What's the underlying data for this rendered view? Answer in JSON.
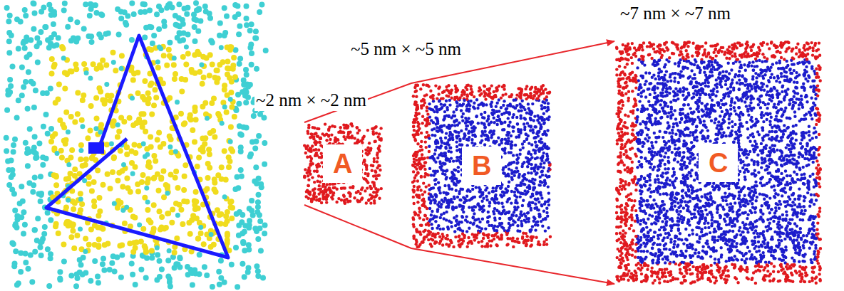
{
  "diagram": {
    "nodes": [
      {
        "text": [
          "A"
        ]
      },
      {
        "text": [
          "B"
        ]
      },
      {
        "text": [
          "C"
        ]
      }
    ],
    "edges": [
      {
        "from": 0,
        "to": 2,
        "arrow": "to"
      },
      {
        "from": 0,
        "to": 2,
        "arrow": "to"
      }
    ],
    "labels": [
      "~2 nm × ~2 nm",
      "~5 nm × ~5 nm",
      "~7 nm × ~7 nm"
    ]
  }
}
